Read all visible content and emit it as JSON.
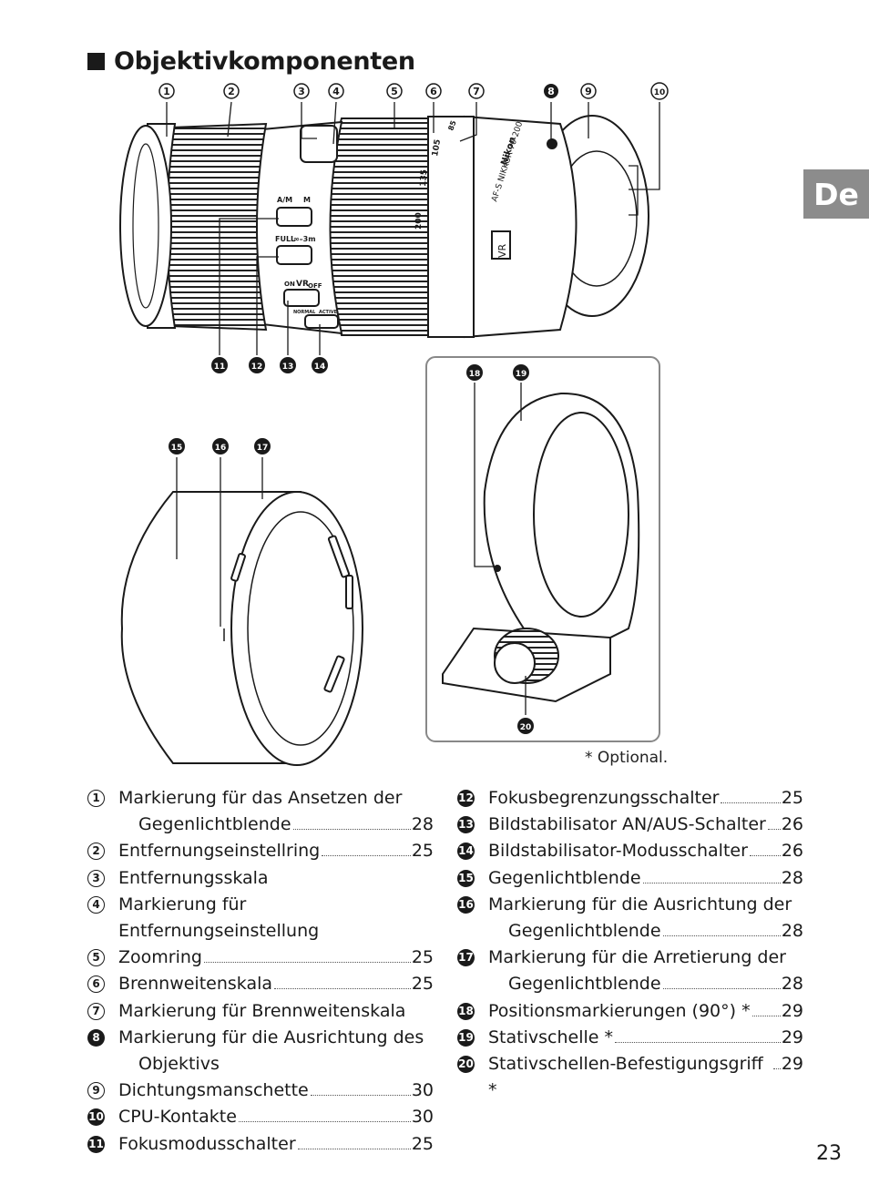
{
  "heading": "Objektivkomponenten",
  "language_tab": "De",
  "callouts_top": [
    "1",
    "2",
    "3",
    "4",
    "5",
    "6",
    "7",
    "8",
    "9",
    "10"
  ],
  "callouts_mid": [
    "11",
    "12",
    "13",
    "14"
  ],
  "callouts_hood": [
    "15",
    "16",
    "17"
  ],
  "callouts_collar": [
    "18",
    "19",
    "20"
  ],
  "lens_marks": {
    "brand": "Nikon",
    "model": "AF-S NIKKOR 70-200",
    "vr": "VR",
    "focal_marks": [
      "200",
      "135",
      "105",
      "85"
    ],
    "switch_am": "A/M",
    "switch_m": "M",
    "switch_full": "FULL",
    "switch_range": "∞–3m",
    "switch_on": "ON",
    "switch_vr": "VR",
    "switch_off": "OFF",
    "switch_normal": "NORMAL",
    "switch_active": "ACTIVE"
  },
  "optional_note": "* Optional.",
  "parts_left": [
    {
      "num": "1",
      "lines": [
        "Markierung für das Ansetzen der",
        "Gegenlichtblende"
      ],
      "page": "28"
    },
    {
      "num": "2",
      "lines": [
        "Entfernungseinstellring"
      ],
      "page": "25"
    },
    {
      "num": "3",
      "lines": [
        "Entfernungsskala"
      ],
      "page": ""
    },
    {
      "num": "4",
      "lines": [
        "Markierung für Entfernungseinstellung"
      ],
      "page": ""
    },
    {
      "num": "5",
      "lines": [
        "Zoomring"
      ],
      "page": "25"
    },
    {
      "num": "6",
      "lines": [
        "Brennweitenskala"
      ],
      "page": "25"
    },
    {
      "num": "7",
      "lines": [
        "Markierung für Brennweitenskala"
      ],
      "page": ""
    },
    {
      "num": "8",
      "lines": [
        "Markierung für die Ausrichtung des",
        "Objektivs"
      ],
      "page": ""
    },
    {
      "num": "9",
      "lines": [
        "Dichtungsmanschette"
      ],
      "page": "30"
    },
    {
      "num": "10",
      "lines": [
        "CPU-Kontakte"
      ],
      "page": "30"
    },
    {
      "num": "11",
      "lines": [
        "Fokusmodusschalter"
      ],
      "page": "25"
    }
  ],
  "parts_right": [
    {
      "num": "12",
      "lines": [
        "Fokusbegrenzungsschalter"
      ],
      "page": "25"
    },
    {
      "num": "13",
      "lines": [
        "Bildstabilisator AN/AUS-Schalter"
      ],
      "page": "26"
    },
    {
      "num": "14",
      "lines": [
        "Bildstabilisator-Modusschalter"
      ],
      "page": "26"
    },
    {
      "num": "15",
      "lines": [
        "Gegenlichtblende"
      ],
      "page": "28"
    },
    {
      "num": "16",
      "lines": [
        "Markierung für die Ausrichtung der",
        "Gegenlichtblende"
      ],
      "page": "28"
    },
    {
      "num": "17",
      "lines": [
        "Markierung für die Arretierung der",
        "Gegenlichtblende"
      ],
      "page": "28"
    },
    {
      "num": "18",
      "lines": [
        "Positionsmarkierungen (90°) *"
      ],
      "page": "29"
    },
    {
      "num": "19",
      "lines": [
        "Stativschelle *"
      ],
      "page": "29"
    },
    {
      "num": "20",
      "lines": [
        "Stativschellen-Befestigungsgriff *"
      ],
      "page": "29"
    }
  ],
  "page_number": "23"
}
